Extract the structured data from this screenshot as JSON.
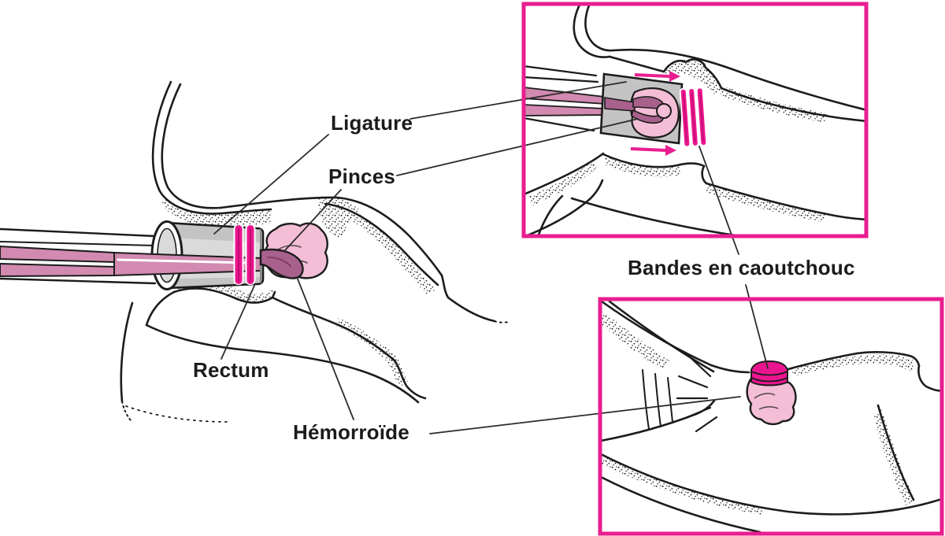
{
  "figure": {
    "labels": {
      "ligature": "Ligature",
      "pinces": "Pinces",
      "rectum": "Rectum",
      "hemorroide": "Hémorroïde",
      "bandes_en_caoutchouc": "Bandes en caoutchouc"
    },
    "colors": {
      "accent_magenta": "#e91e8f",
      "rubber_band_magenta": "#ec1590",
      "rubber_band_core": "#c00e6e",
      "hemorrhoid_light_pink": "#f3bed6",
      "instrument_shaft_pink": "#d28ab0",
      "forceps_mauve": "#a8618c",
      "ligator_gray": "#c3c3c3",
      "ligator_gray_light": "#dadada",
      "outline_black": "#1c1c1c",
      "background": "#ffffff"
    }
  }
}
